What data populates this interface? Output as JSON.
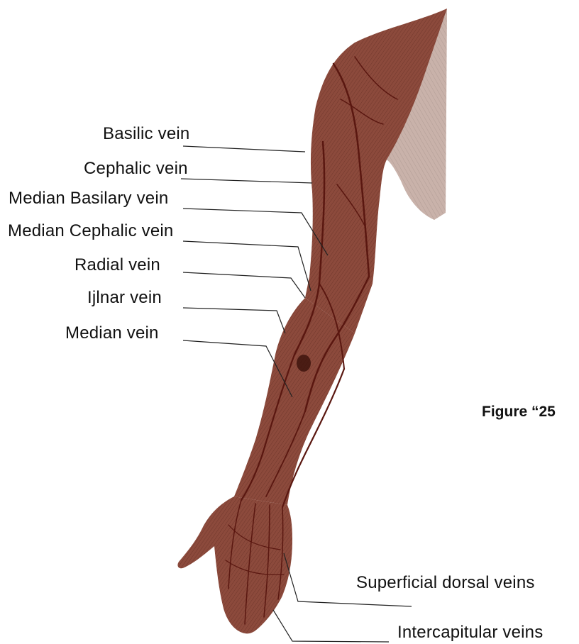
{
  "labels": {
    "basilic": "Basilic vein",
    "cephalic": "Cephalic vein",
    "median_basilary": "Median Basilary vein",
    "median_cephalic": "Median Cephalic vein",
    "radial": "Radial vein",
    "ulnar": "Ijlnar vein",
    "median": "Median vein",
    "superficial_dorsal": "Superficial dorsal veins",
    "intercapitular": "Intercapitular veins"
  },
  "caption": "Figure “25",
  "colors": {
    "skin": "#8c4a3c",
    "skin_dark": "#5a2218",
    "vein": "#7a1e14",
    "shoulder": "#c9b2aa",
    "leader_line": "#222222",
    "text": "#111111"
  }
}
